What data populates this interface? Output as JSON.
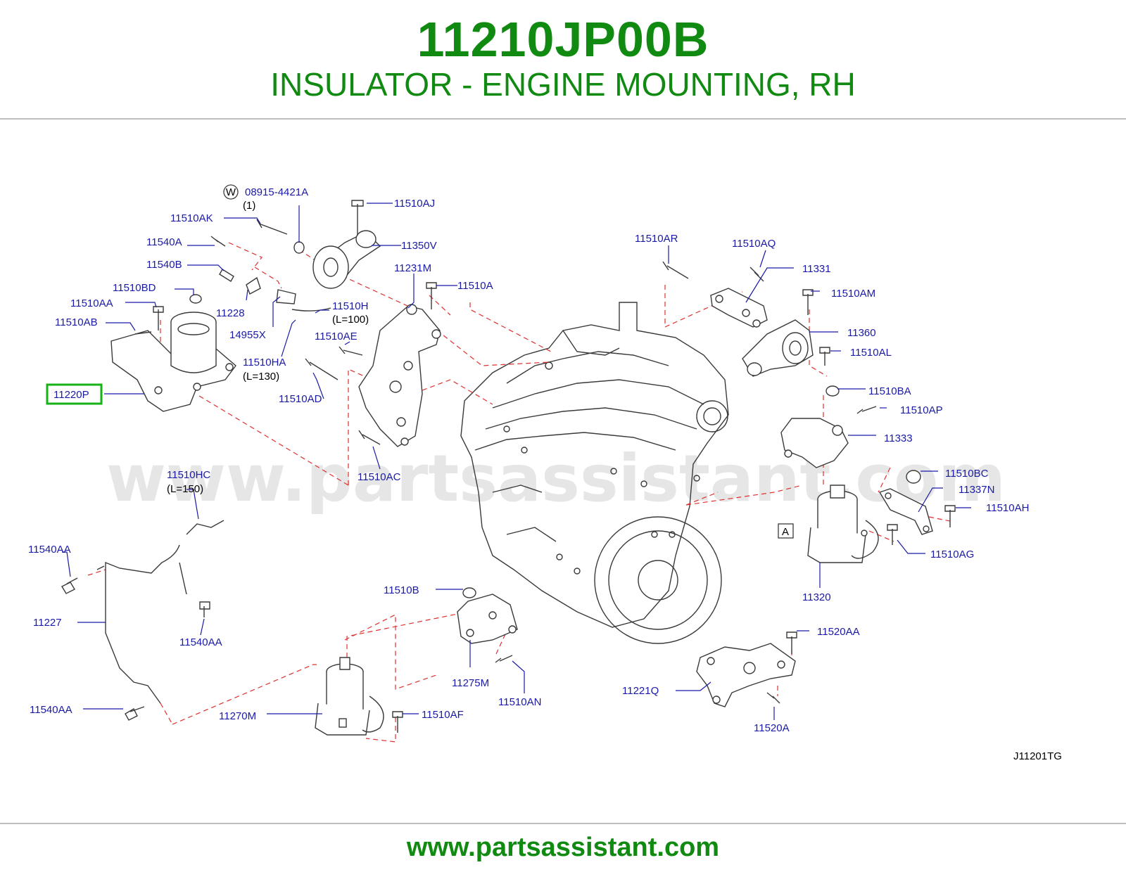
{
  "header": {
    "part_number": "11210JP00B",
    "description": "INSULATOR - ENGINE MOUNTING, RH"
  },
  "footer": {
    "url": "www.partsassistant.com"
  },
  "watermark": "www.partsassistant.com",
  "diagram": {
    "code": "J11201TG",
    "highlighted_part": "11220P",
    "washer_symbol": "W",
    "ref_marker": "A",
    "callouts": {
      "c08915": "08915-4421A",
      "c08915_qty": "(1)",
      "c11510AK": "11510AK",
      "c11510AJ": "11510AJ",
      "c11540A": "11540A",
      "c11350V": "11350V",
      "c11540B": "11540B",
      "c11231M": "11231M",
      "c11510A": "11510A",
      "c11510BD": "11510BD",
      "c11510H": "11510H",
      "c11510H_len": "(L=100)",
      "c11510AA": "11510AA",
      "c11228": "11228",
      "c11510AB": "11510AB",
      "c14955X": "14955X",
      "c11510AE": "11510AE",
      "c11510HA": "11510HA",
      "c11510HA_len": "(L=130)",
      "c11220P": "11220P",
      "c11510AD": "11510AD",
      "c11510AC": "11510AC",
      "c11510HC": "11510HC",
      "c11510HC_len": "(L=150)",
      "c11540AA_1": "11540AA",
      "c11227": "11227",
      "c11540AA_2": "11540AA",
      "c11540AA_3": "11540AA",
      "c11510AR": "11510AR",
      "c11510AQ": "11510AQ",
      "c11331": "11331",
      "c11510AM": "11510AM",
      "c11360": "11360",
      "c11510AL": "11510AL",
      "c11510BA": "11510BA",
      "c11510AP": "11510AP",
      "c11333": "11333",
      "c11510BC": "11510BC",
      "c11337N": "11337N",
      "c11510AH": "11510AH",
      "c11510AG": "11510AG",
      "c11320": "11320",
      "c11510B": "11510B",
      "c11275M": "11275M",
      "c11510AN": "11510AN",
      "c11270M": "11270M",
      "c11510AF": "11510AF",
      "c11520AA": "11520AA",
      "c11221Q": "11221Q",
      "c11520A": "11520A"
    }
  },
  "colors": {
    "title": "#118a11",
    "callout": "#1a1aa6",
    "leader": "#1a1aa6",
    "dash": "#e03030",
    "outline": "#3a3a3a",
    "highlight_border": "#16b316",
    "watermark": "#e6e6e6"
  }
}
